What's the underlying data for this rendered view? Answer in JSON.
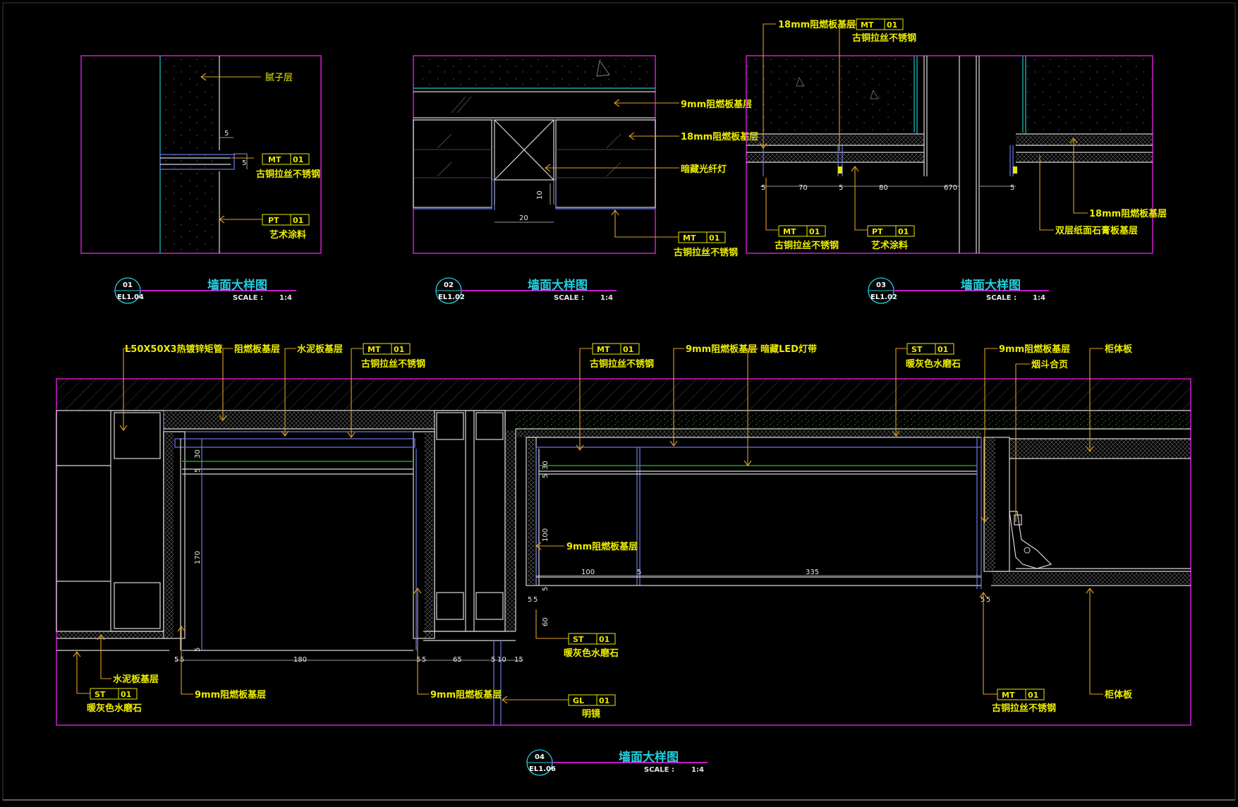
{
  "details": [
    {
      "number": "01",
      "ref": "EL1.04",
      "title": "墙面大样图",
      "scale_label": "SCALE :",
      "scale": "1:4",
      "labels": {
        "putty": "腻子层"
      },
      "dims": {
        "a": "5",
        "b": "5"
      },
      "tags": [
        {
          "code": "MT",
          "no": "01",
          "desc": "古铜拉丝不锈钢"
        },
        {
          "code": "PT",
          "no": "01",
          "desc": "艺术涂料"
        }
      ]
    },
    {
      "number": "02",
      "ref": "EL1.02",
      "title": "墙面大样图",
      "scale_label": "SCALE :",
      "scale": "1:4",
      "labels": {
        "l1": "9mm阻燃板基层",
        "l2": "18mm阻燃板基层",
        "l3": "暗藏光纤灯"
      },
      "dims": {
        "a": "10",
        "b": "20"
      },
      "tags": [
        {
          "code": "MT",
          "no": "01",
          "desc": "古铜拉丝不锈钢"
        }
      ]
    },
    {
      "number": "03",
      "ref": "EL1.02",
      "title": "墙面大样图",
      "scale_label": "SCALE :",
      "scale": "1:4",
      "labels": {
        "l1": "18mm阻燃板基层",
        "l2": "18mm阻燃板基层",
        "l3": "双层纸面石膏板基层"
      },
      "dims": {
        "a": "5",
        "b": "70",
        "c": "5",
        "d": "80",
        "e": "670",
        "f": "5"
      },
      "tags": [
        {
          "code": "MT",
          "no": "01",
          "desc": "古铜拉丝不锈钢"
        },
        {
          "code": "MT",
          "no": "01",
          "desc": "古铜拉丝不锈钢"
        },
        {
          "code": "PT",
          "no": "01",
          "desc": "艺术涂料"
        }
      ]
    },
    {
      "number": "04",
      "ref": "EL1.06",
      "title": "墙面大样图",
      "scale_label": "SCALE :",
      "scale": "1:4",
      "labels": {
        "steel_tube": "L50X50X3热镀锌矩管",
        "fire_board": "阻燃板基层",
        "cement_board": "水泥板基层",
        "board9_top": "9mm阻燃板基层",
        "led": "暗藏LED灯带",
        "board9_right": "9mm阻燃板基层",
        "hinge": "烟斗合页",
        "cabinet_top": "柜体板",
        "board9_mid": "9mm阻燃板基层",
        "cement_bottom": "水泥板基层",
        "board9_bl": "9mm阻燃板基层",
        "board9_bm": "9mm阻燃板基层",
        "mirror": "明镜",
        "cabinet_bottom": "柜体板"
      },
      "dims": {
        "d30a": "30",
        "d5a": "5",
        "d170": "170",
        "d5b": "5",
        "d5c": "5",
        "d5d": "5",
        "d180": "180",
        "d5e": "5",
        "d5f": "5",
        "d65": "65",
        "d5g": "5",
        "d10": "10",
        "d15": "15",
        "d30b": "30",
        "d5h": "5",
        "d100v": "100",
        "d5i": "5",
        "d60": "60",
        "d5j": "5",
        "d5k": "5",
        "d100h": "100",
        "d5l": "5",
        "d335": "335",
        "d5m": "5",
        "d5n": "5"
      },
      "tags": [
        {
          "code": "MT",
          "no": "01",
          "desc": "古铜拉丝不锈钢"
        },
        {
          "code": "MT",
          "no": "01",
          "desc": "古铜拉丝不锈钢"
        },
        {
          "code": "ST",
          "no": "01",
          "desc": "暖灰色水磨石"
        },
        {
          "code": "ST",
          "no": "01",
          "desc": "暖灰色水磨石"
        },
        {
          "code": "ST",
          "no": "01",
          "desc": "暖灰色水磨石"
        },
        {
          "code": "GL",
          "no": "01",
          "desc": "明镜"
        },
        {
          "code": "MT",
          "no": "01",
          "desc": "古铜拉丝不锈钢"
        }
      ]
    }
  ],
  "colors": {
    "frame": "#c21bc2",
    "annotation": "#ecec00",
    "leader": "#e0a020",
    "title": "#20d0e0",
    "background": "#000000"
  }
}
